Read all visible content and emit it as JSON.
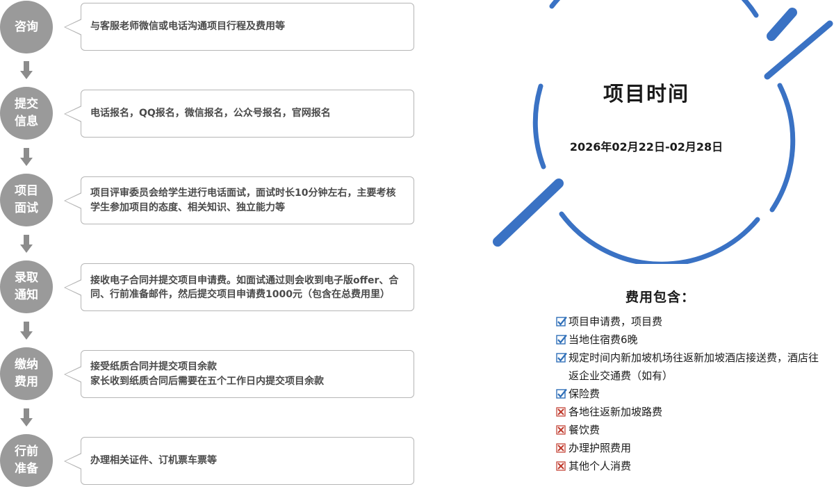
{
  "steps": [
    {
      "title": "咨询",
      "description": "与客服老师微信或电话沟通项目行程及费用等"
    },
    {
      "title": "提交信息",
      "description": "电话报名，QQ报名，微信报名，公众号报名，官网报名"
    },
    {
      "title": "项目面试",
      "description": "项目评审委员会给学生进行电话面试，面试时长10分钟左右，主要考核学生参加项目的态度、相关知识、独立能力等"
    },
    {
      "title": "录取通知",
      "description": "接收电子合同并提交项目申请费。如面试通过则会收到电子版offer、合同、行前准备邮件，然后提交项目申请费1000元（包含在总费用里）"
    },
    {
      "title": "缴纳费用",
      "description": "接受纸质合同并提交项目余款\n家长收到纸质合同后需要在五个工作日内提交项目余款"
    },
    {
      "title": "行前准备",
      "description": "办理相关证件、订机票车票等"
    }
  ],
  "project_time": {
    "title": "项目时间",
    "date_range": "2026年02月22日-02月28日"
  },
  "fees": {
    "heading": "费用包含：",
    "items": [
      {
        "text": "项目申请费，项目费",
        "included": true
      },
      {
        "text": "当地住宿费6晚",
        "included": true
      },
      {
        "text": "规定时间内新加坡机场往返新加坡酒店接送费，酒店往返企业交通费（如有）",
        "included": true
      },
      {
        "text": "保险费",
        "included": true
      },
      {
        "text": "各地往返新加坡路费",
        "included": false
      },
      {
        "text": "餐饮费",
        "included": false
      },
      {
        "text": "办理护照费用",
        "included": false
      },
      {
        "text": "其他个人消费",
        "included": false
      }
    ]
  },
  "colors": {
    "step_circle": "#9a9a9a",
    "accent_blue": "#3a72c4",
    "check_blue": "#2f6fb8",
    "cross_red": "#c0392b"
  }
}
